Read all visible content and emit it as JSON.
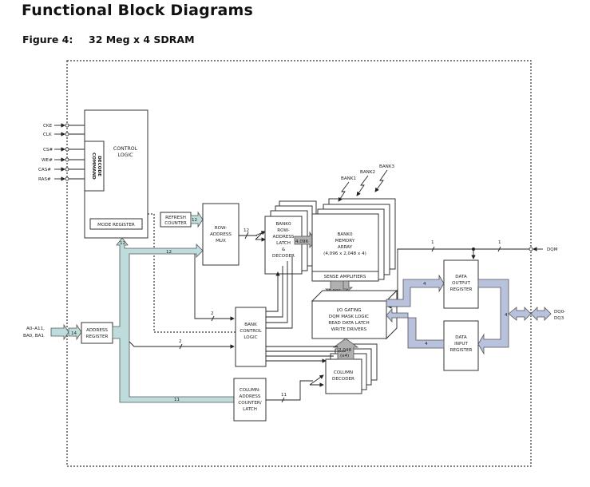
{
  "heading": "Functional Block Diagrams",
  "figure": {
    "label": "Figure 4:",
    "title": "32 Meg x 4 SDRAM"
  },
  "inputs": {
    "control": [
      "CKE",
      "CLK",
      "CS#",
      "WE#",
      "CAS#",
      "RAS#"
    ],
    "address": [
      "A0–A11,",
      "BA0, BA1"
    ],
    "dqm": "DQM",
    "dq": [
      "DQ0-",
      "DQ3"
    ]
  },
  "blocks": {
    "control_logic": [
      "CONTROL",
      "LOGIC"
    ],
    "command_decode": [
      "COMMAND",
      "DECODE"
    ],
    "mode_register": "MODE REGISTER",
    "refresh_counter": [
      "REFRESH",
      "COUNTER"
    ],
    "row_address_mux": [
      "ROW-",
      "ADDRESS",
      "MUX"
    ],
    "bank0_row": [
      "BANK0",
      "ROW-",
      "ADDRESS",
      "LATCH",
      "&",
      "DECODER"
    ],
    "memory_array": [
      "BANK0",
      "MEMORY",
      "ARRAY",
      "(4,096 x 2,048  x 4)"
    ],
    "sense_amplifiers": "SENSE AMPLIFIERS",
    "bank_labels": [
      "BANK1",
      "BANK2",
      "BANK3"
    ],
    "io_gating": [
      "I/O GATING",
      "DQM MASK LOGIC",
      "READ DATA LATCH",
      "WRITE DRIVERS"
    ],
    "bank_control": [
      "BANK",
      "CONTROL",
      "LOGIC"
    ],
    "column_decoder": [
      "COLUMN",
      "DECODER"
    ],
    "column_address": [
      "COLUMN-",
      "ADDRESS",
      "COUNTER/",
      "LATCH"
    ],
    "address_register": [
      "ADDRESS",
      "REGISTER"
    ],
    "data_output": [
      "DATA",
      "OUTPUT",
      "REGISTER"
    ],
    "data_input": [
      "DATA",
      "INPUT",
      "REGISTER"
    ]
  },
  "bus_widths": {
    "refresh": "12",
    "mux_in": "12",
    "up_to_mode": "12",
    "mux_out": "12",
    "row_to_array": "4,096",
    "array_to_io": "4,096",
    "col_to_io": [
      "2,048",
      "(x4)"
    ],
    "bank_ctrl_a": "2",
    "bank_ctrl_b": "2",
    "col_addr_in": "11",
    "col_addr_out": "11",
    "addr_in": "14",
    "dqm_a": "1",
    "dqm_b": "1",
    "out_bus": "4",
    "in_bus": "4",
    "dq_bus": "4"
  },
  "colors": {
    "address_bus": "#bfdcdc",
    "data_bus": "#b8c2dc",
    "internal_bus": "#b0b0b0"
  }
}
